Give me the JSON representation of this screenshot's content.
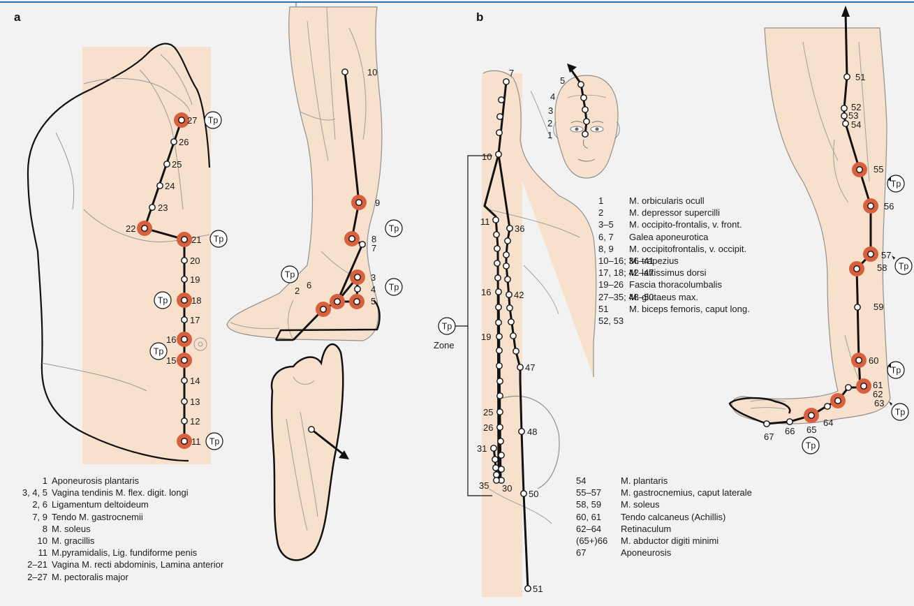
{
  "panels": {
    "a": "a",
    "b": "b"
  },
  "tp": "Tp",
  "zone_label": "Zone",
  "labels": {
    "torso": [
      "27",
      "26",
      "25",
      "24",
      "23",
      "22",
      "21",
      "20",
      "19",
      "18",
      "17",
      "16",
      "15",
      "14",
      "13",
      "12",
      "11"
    ],
    "leg": [
      "10",
      "9",
      "8",
      "7",
      "6",
      "2",
      "3",
      "4",
      "5"
    ],
    "back": [
      "7",
      "10",
      "11",
      "36",
      "16",
      "42",
      "19",
      "47",
      "25",
      "26",
      "48",
      "31",
      "35",
      "30",
      "50",
      "51"
    ],
    "face": [
      "5",
      "4",
      "3",
      "2",
      "1"
    ],
    "legb": [
      "51",
      "52",
      "53",
      "54",
      "55",
      "56",
      "57",
      "58",
      "59",
      "60",
      "61",
      "62",
      "63",
      "64",
      "65",
      "66",
      "67"
    ]
  },
  "legend_a": [
    {
      "num": "1",
      "text": "Aponeurosis plantaris"
    },
    {
      "num": "3, 4, 5",
      "text": "Vagina tendinis M. flex. digit. longi"
    },
    {
      "num": "2, 6",
      "text": "Ligamentum deltoideum"
    },
    {
      "num": "7, 9",
      "text": "Tendo M. gastrocnemii"
    },
    {
      "num": "8",
      "text": "M. soleus"
    },
    {
      "num": "10",
      "text": "M. gracillis"
    },
    {
      "num": "11",
      "text": "M.pyramidalis, Lig. fundiforme penis"
    },
    {
      "num": "2–21",
      "text": "Vagina M. recti abdominis, Lamina anterior"
    },
    {
      "num": "2–27",
      "text": "M. pectoralis major"
    }
  ],
  "legend_b": [
    {
      "num": "1",
      "text": "M. orbicularis ocull"
    },
    {
      "num": "2",
      "text": "M. depressor supercilli"
    },
    {
      "num": "3–5",
      "text": "M. occipito-frontalis, v. front."
    },
    {
      "num": "6, 7",
      "text": "Galea aponeurotica"
    },
    {
      "num": "8, 9",
      "text": "M. occipitofrontalis, v. occipit."
    },
    {
      "num": "10–16; 36–41",
      "text": "M. trapezius"
    },
    {
      "num": "17, 18; 42–47",
      "text": "M. lattissimus dorsi"
    },
    {
      "num": "19–26",
      "text": "Fascia thoracolumbalis"
    },
    {
      "num": "27–35; 48–50",
      "text": "M. glutaeus max."
    },
    {
      "num": "51",
      "text": "M. biceps femoris, caput long."
    },
    {
      "num": "52, 53",
      "text": ""
    }
  ],
  "legend_c": [
    {
      "num": "54",
      "text": "M. plantaris"
    },
    {
      "num": "55–57",
      "text": "M. gastrocnemius, caput laterale"
    },
    {
      "num": "58, 59",
      "text": "M. soleus"
    },
    {
      "num": "60, 61",
      "text": "Tendo calcaneus (Achillis)"
    },
    {
      "num": "62–64",
      "text": "Retinaculum"
    },
    {
      "num": "(65+)66",
      "text": "M. abductor digiti minimi"
    },
    {
      "num": "67",
      "text": "Aponeurosis"
    }
  ],
  "colors": {
    "skin": "#f7e1cc",
    "skin_dark": "#efcfb3",
    "outline": "#8f8f8f",
    "line": "#111111",
    "tp_ring": "#d9603f",
    "background": "#f2f2f2",
    "top_rule": "#2b6fb7"
  }
}
